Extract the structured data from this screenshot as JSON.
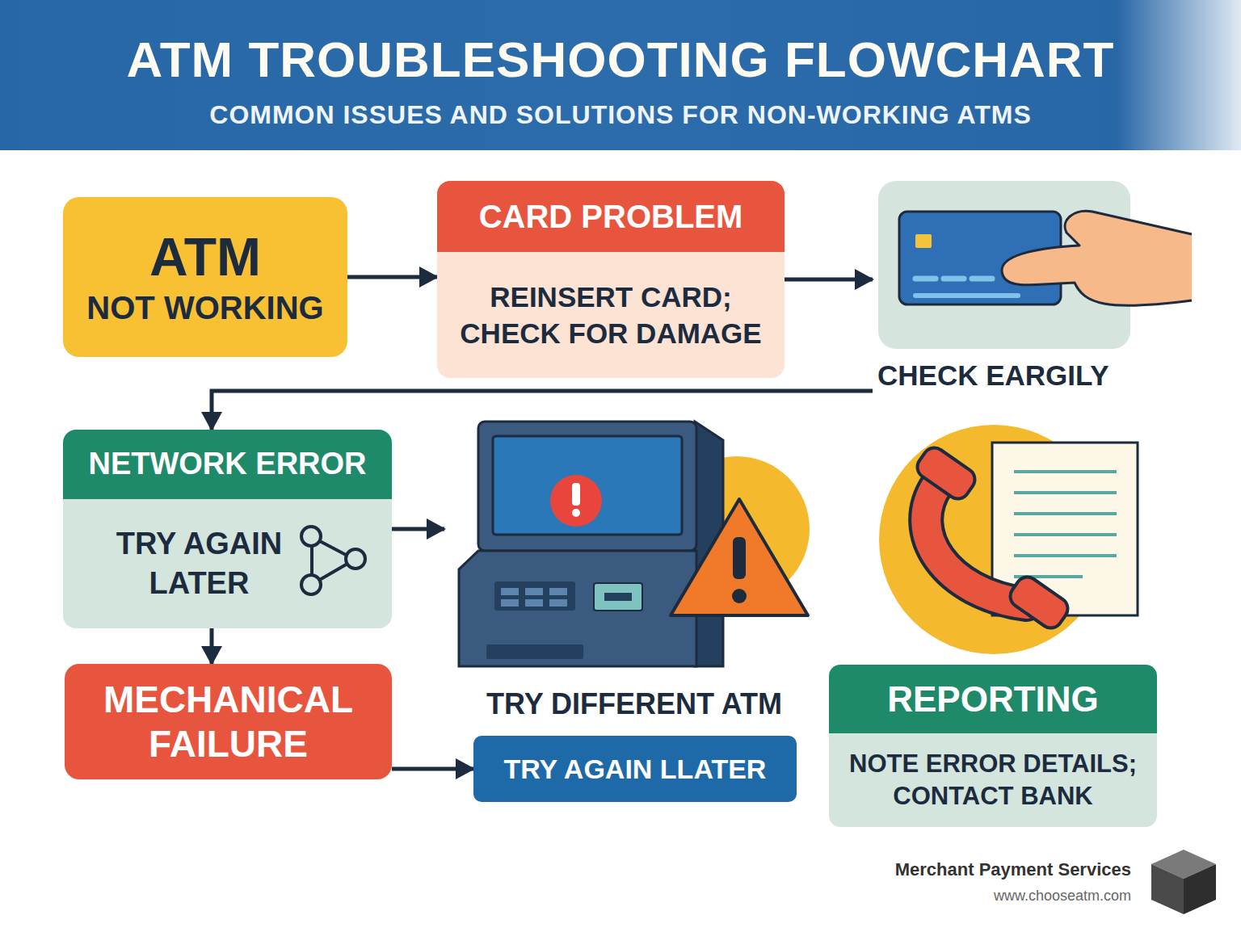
{
  "diagram": {
    "title": "ATM TROUBLESHOOTING FLOWCHART",
    "nodes": [
      {
        "text": [
          "ATM",
          "NOT WORKING"
        ]
      },
      {
        "text": [
          "CARD PROBLEM",
          "REINSERT CARD; CHECK FOR DAMAGE"
        ]
      },
      {
        "text": [
          "CHECK EARGILY"
        ]
      },
      {
        "text": [
          "NETWORK ERROR",
          "TRY AGAIN LATER"
        ]
      },
      {
        "text": [
          "TRY DIFFERENT ATM"
        ]
      },
      {
        "text": [
          "MECHANICAL FAILURE"
        ]
      },
      {
        "text": [
          "TRY AGAIN LLATER"
        ]
      },
      {
        "text": [
          "REPORTING",
          "NOTE ERROR DETAILS; CONTACT BANK"
        ]
      }
    ],
    "edges": [
      {
        "from": 0,
        "to": 1,
        "arrow": "to"
      },
      {
        "from": 1,
        "to": 2,
        "arrow": "to"
      },
      {
        "from": 2,
        "to": 3,
        "arrow": "to"
      },
      {
        "from": 3,
        "to": 4,
        "arrow": "to"
      },
      {
        "from": 3,
        "to": 5,
        "arrow": "to"
      },
      {
        "from": 5,
        "to": 6,
        "arrow": "to"
      }
    ],
    "labels": [
      "COMMON ISSUES AND SOLUTIONS FOR NON-WORKING ATMS",
      "Merchant Payment Services",
      "www.chooseatm.com"
    ]
  }
}
